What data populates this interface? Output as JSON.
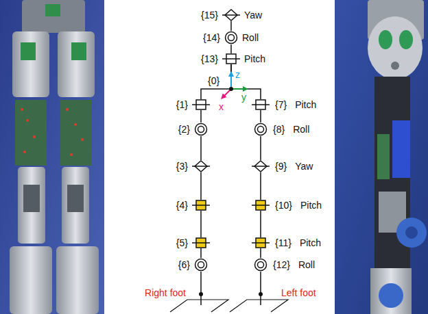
{
  "diagram": {
    "nodes": [
      {
        "text": [
          "{15}",
          "Yaw"
        ]
      },
      {
        "text": [
          "{14}",
          "Roll"
        ]
      },
      {
        "text": [
          "{13}",
          "Pitch"
        ]
      },
      {
        "text": [
          "{1}"
        ]
      },
      {
        "text": [
          "{7}",
          "Pitch"
        ]
      },
      {
        "text": [
          "{2}"
        ]
      },
      {
        "text": [
          "{8}",
          "Roll"
        ]
      },
      {
        "text": [
          "{3}"
        ]
      },
      {
        "text": [
          "{9}",
          "Yaw"
        ]
      },
      {
        "text": [
          "{4}"
        ]
      },
      {
        "text": [
          "{10}",
          "Pitch"
        ]
      },
      {
        "text": [
          "{5}"
        ]
      },
      {
        "text": [
          "{11}",
          "Pitch"
        ]
      },
      {
        "text": [
          "{6}"
        ]
      },
      {
        "text": [
          "{12}",
          "Roll"
        ]
      },
      {
        "text": [
          "Right foot"
        ]
      },
      {
        "text": [
          "Left foot"
        ]
      }
    ],
    "edges": [
      {
        "from": 0,
        "to": 1,
        "arrow": "none"
      },
      {
        "from": 1,
        "to": 2,
        "arrow": "none"
      },
      {
        "from": 2,
        "to": 3,
        "arrow": "none"
      },
      {
        "from": 2,
        "to": 4,
        "arrow": "none"
      },
      {
        "from": 3,
        "to": 5,
        "arrow": "none"
      },
      {
        "from": 5,
        "to": 7,
        "arrow": "none"
      },
      {
        "from": 7,
        "to": 9,
        "arrow": "none"
      },
      {
        "from": 9,
        "to": 11,
        "arrow": "none"
      },
      {
        "from": 11,
        "to": 13,
        "arrow": "none"
      },
      {
        "from": 13,
        "to": 15,
        "arrow": "none"
      },
      {
        "from": 4,
        "to": 6,
        "arrow": "none"
      },
      {
        "from": 6,
        "to": 8,
        "arrow": "none"
      },
      {
        "from": 8,
        "to": 10,
        "arrow": "none"
      },
      {
        "from": 10,
        "to": 12,
        "arrow": "none"
      },
      {
        "from": 12,
        "to": 14,
        "arrow": "none"
      },
      {
        "from": 14,
        "to": 16,
        "arrow": "none"
      }
    ],
    "labels": [
      "{0}",
      "z",
      "y",
      "x"
    ]
  }
}
